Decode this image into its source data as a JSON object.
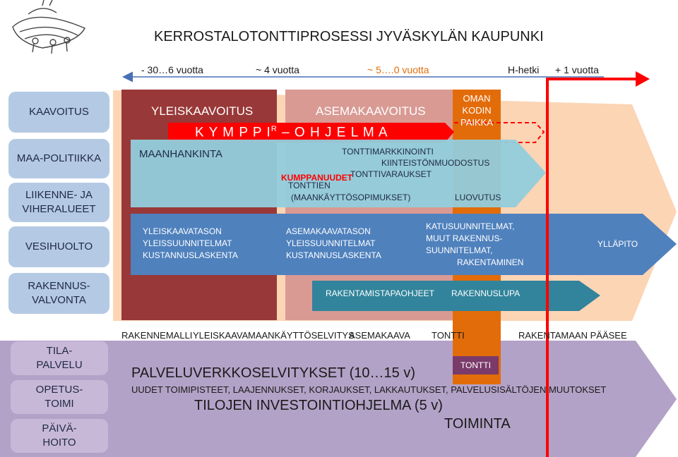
{
  "title": "KERROSTALOTONTTIPROSESSI  JYVÄSKYLÄN KAUPUNKI",
  "timeline": {
    "t1": "- 30…6 vuotta",
    "t2": "~ 4 vuotta",
    "t3": "~ 5….0 vuotta",
    "t4": "H-hetki",
    "t5": "+ 1 vuotta"
  },
  "sidebar": [
    {
      "label": "KAAVOITUS"
    },
    {
      "label": "MAA-POLITIIKKA"
    },
    {
      "label": "LIIKENNE- JA\nVIHERALUEET"
    },
    {
      "label": "VESIHUOLTO"
    },
    {
      "label": "RAKENNUS-\nVALVONTA"
    },
    {
      "label": "TILA-\nPALVELU"
    },
    {
      "label": "OPETUS-\nTOIMI"
    },
    {
      "label": "PÄIVÄ-\nHOITO"
    }
  ],
  "columns": {
    "yleiskaavoitus": "YLEISKAAVOITUS",
    "asemakaavoitus": "ASEMAKAAVOITUS",
    "oman_kodin_paikka": "OMAN\nKODIN\nPAIKKA"
  },
  "kymppi": {
    "main": "K Y M P P I",
    "sup": "R",
    "rest": "– O H J E L M A"
  },
  "maa": {
    "maanhankinta": "MAANHANKINTA",
    "tonttimarkkinointi": "TONTTIMARKKINOINTI",
    "kiinteistonmuodostus": "KIINTEISTÖNMUODOSTUS",
    "kumppanuudet": "KUMPPANUUDET",
    "tonttivaraukset": "TONTTIVARAUKSET",
    "tonttien": "TONTTIEN",
    "maankaytto": "(MAANKÄYTTÖSOPIMUKSET)",
    "luovutus": "LUOVUTUS"
  },
  "vesi": {
    "a1": "YLEISKAAVATASON",
    "a2": "YLEISSUUNNITELMAT",
    "a3": "KUSTANNUSLASKENTA",
    "b1": "ASEMAKAAVATASON",
    "b2": "YLEISSUUNNITELMAT",
    "b3": "KUSTANNUSLASKENTA",
    "c1": "KATUSUUNNITELMAT,",
    "c2": "MUUT RAKENNUS-",
    "c3": "SUUNNITELMAT,",
    "c4": "RAKENTAMINEN",
    "yllapito": "YLLÄPITO"
  },
  "rakval": {
    "ohjeet": "RAKENTAMISTAPAOHJEET",
    "lupa": "RAKENNUSLUPA"
  },
  "milestones": {
    "m1": "RAKENNEMALLI",
    "m2": "YLEISKAAVA",
    "m3": "MAANKÄYTTÖSELVITYS",
    "m4": "ASEMAKAAVA",
    "m5": "TONTTI",
    "m6": "RAKENTAMAAN PÄÄSEE"
  },
  "tila": {
    "tontti": "TONTTI",
    "palvelu": "PALVELUVERKKOSELVITYKSET  (10…15 v)",
    "uudet": "UUDET TOIMIPISTEET, LAAJENNUKSET, KORJAUKSET, LAKKAUTUKSET, PALVELUSISÄLTÖJEN MUUTOKSET",
    "tilojen": "TILOJEN INVESTOINTIOHJELMA (5 v)",
    "toiminta": "TOIMINTA"
  },
  "colors": {
    "yleiskaava": "#993838",
    "asemakaava": "#d8908a",
    "orange": "#e36c0a",
    "red": "#ff0000",
    "cyan": "#92cddc",
    "blue": "#4f81bd",
    "teal": "#31849b",
    "purple": "#b3a2c7",
    "peach": "#fcd5b5"
  },
  "icons": [
    "boat-sketch-logo",
    "timeline-arrow",
    "h-hetki-arrow"
  ]
}
